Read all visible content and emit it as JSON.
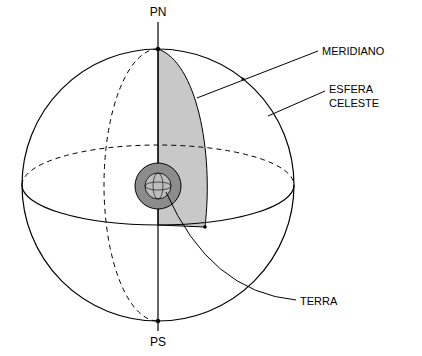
{
  "diagram": {
    "labels": [
      "PN",
      "PS",
      "MERIDIANO",
      "ESFERA CELESTE",
      "TERRA"
    ]
  }
}
